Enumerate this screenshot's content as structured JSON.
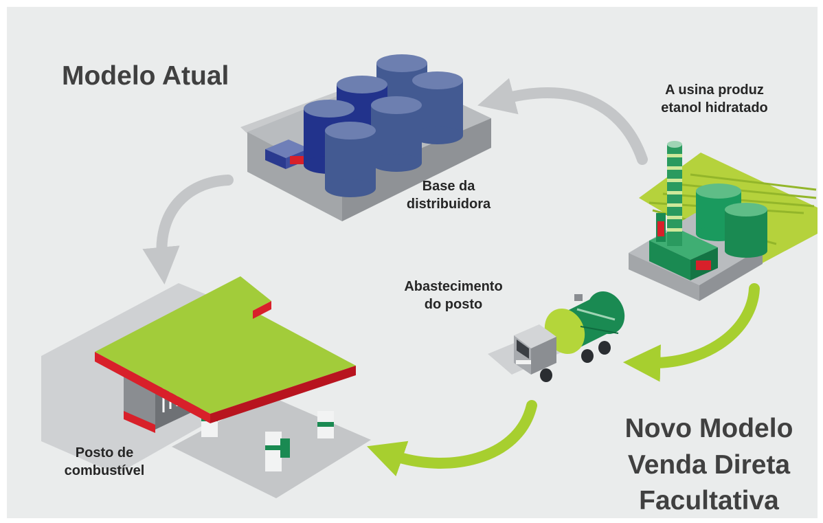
{
  "titles": {
    "current_model": "Modelo Atual",
    "new_model_line1": "Novo Modelo",
    "new_model_line2": "Venda Direta",
    "new_model_line3": "Facultativa"
  },
  "labels": {
    "mill_line1": "A usina produz",
    "mill_line2": "etanol hidratado",
    "distributor_line1": "Base da",
    "distributor_line2": "distribuidora",
    "supply_line1": "Abastecimento",
    "supply_line2": "do posto",
    "station_line1": "Posto de",
    "station_line2": "combustível"
  },
  "colors": {
    "background": "#eaecec",
    "arrow_current": "#c4c6c8",
    "arrow_new": "#a7cf2f",
    "station_roof": "#a2cc3a",
    "station_trim": "#d8202a",
    "tank_blue": "#435a92",
    "tank_navy": "#22338c",
    "mill_green": "#1a9a5e",
    "field_green": "#b5d23c"
  }
}
